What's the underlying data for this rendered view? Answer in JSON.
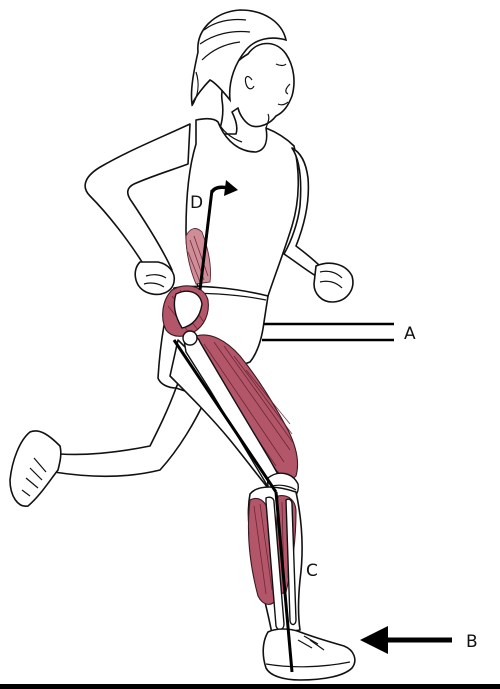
{
  "labels": {
    "a": "A",
    "b": "B",
    "c": "C",
    "d": "D"
  },
  "colors": {
    "muscle": "#b4566a",
    "line": "#000000",
    "background": "#ffffff"
  },
  "icons": [
    "runner-illustration",
    "force-arrow",
    "rotation-arrow"
  ]
}
